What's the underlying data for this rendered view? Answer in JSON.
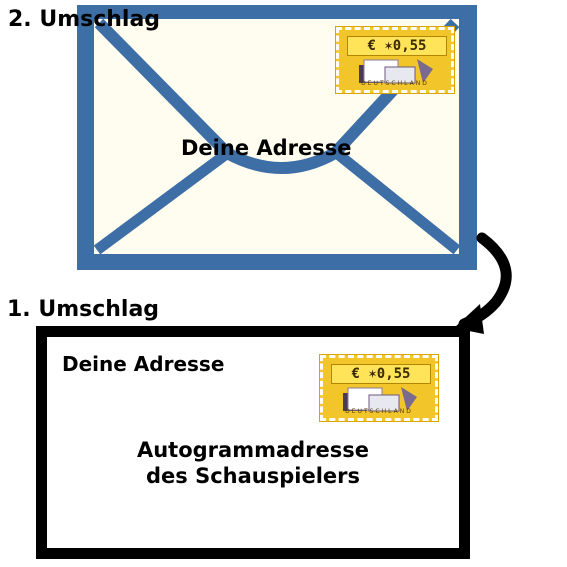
{
  "envelope_2": {
    "title": "2. Umschlag",
    "address_text": "Deine Adresse",
    "stamp": {
      "value": "€ ✶0,55",
      "country": "DEUTSCHLAND"
    }
  },
  "envelope_1": {
    "title": "1. Umschlag",
    "address_text": "Deine Adresse",
    "recipient_lines": [
      "Autogrammadresse",
      "des Schauspielers"
    ],
    "stamp": {
      "value": "€ ✶0,55",
      "country": "DEUTSCHLAND"
    }
  },
  "colors": {
    "envelope_2_border": "#3d6ea6",
    "envelope_1_border": "#000000",
    "stamp": "#f2c52b",
    "arrow": "#000000"
  },
  "icons": {
    "envelope_flap": "envelope-flap-icon",
    "stamp_emblem": "post-stamp-icon",
    "arrow": "curved-arrow-icon"
  }
}
